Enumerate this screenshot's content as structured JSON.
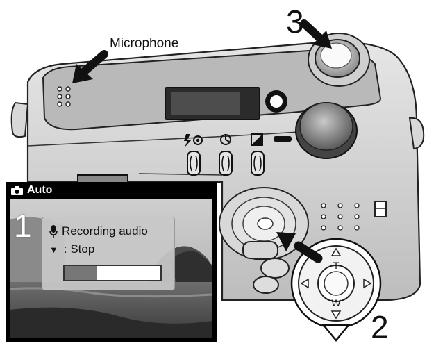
{
  "labels": {
    "microphone": "Microphone",
    "step_3": "3",
    "step_2": "2"
  },
  "lcd": {
    "mode": "Auto",
    "frame_number": "1",
    "recording_text": "Recording audio",
    "stop_text": ": Stop",
    "recording_progress_percent": 34
  },
  "controller": {
    "tele_label": "T",
    "wide_label": "W"
  },
  "icons": [
    "camera-icon",
    "microphone-icon",
    "down-triangle-icon",
    "flash-icon",
    "self-timer-icon",
    "exposure-compensation-icon"
  ],
  "colors": {
    "background": "#ffffff",
    "lcd_frame": "#000000",
    "panel": "#c8c8c8"
  }
}
